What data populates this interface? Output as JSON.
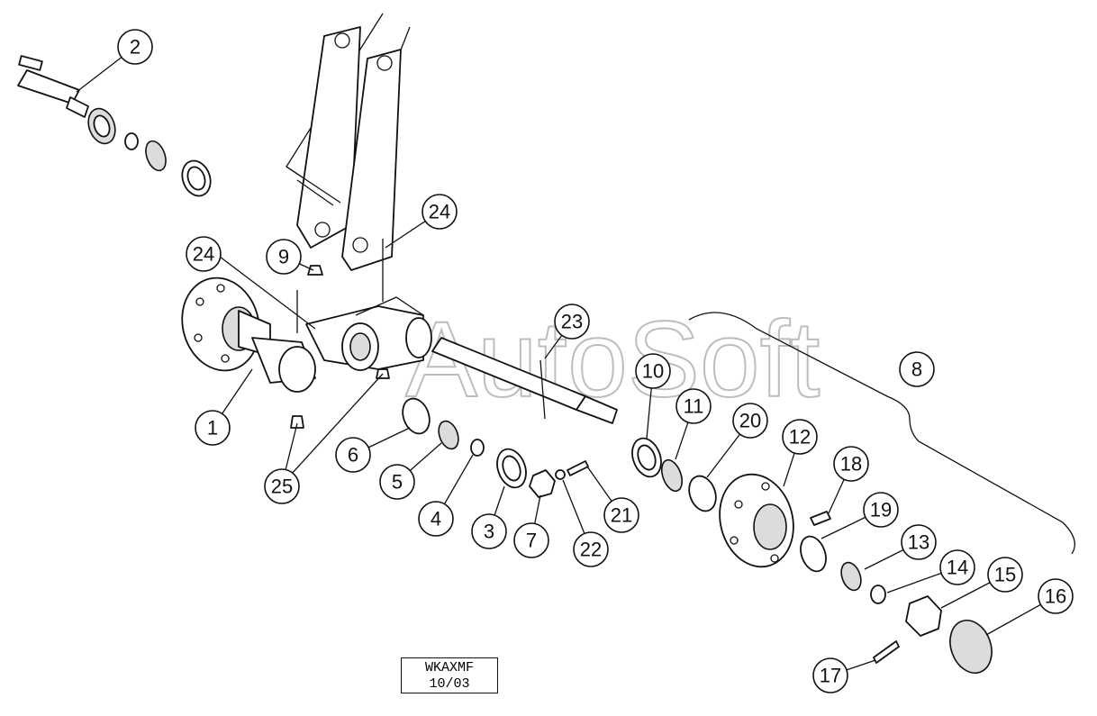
{
  "watermark": "AutoSoft",
  "drawing_code": {
    "line1": "WKAXMF",
    "line2": "10/03"
  },
  "callouts": [
    "1",
    "2",
    "3",
    "4",
    "5",
    "6",
    "7",
    "8",
    "9",
    "10",
    "11",
    "12",
    "13",
    "14",
    "15",
    "16",
    "17",
    "18",
    "19",
    "20",
    "21",
    "22",
    "23",
    "24",
    "24",
    "25"
  ]
}
